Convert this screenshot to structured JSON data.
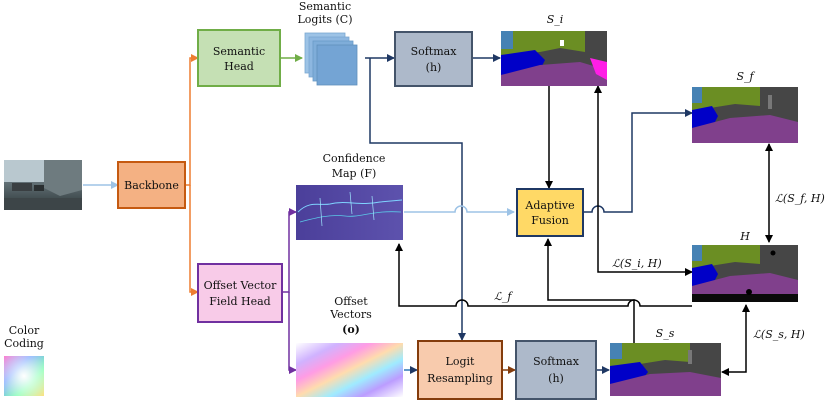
{
  "nodes": {
    "backbone": "Backbone",
    "semantic_head": [
      "Semantic",
      "Head"
    ],
    "softmax_top": [
      "Softmax",
      "(h)"
    ],
    "adaptive_fusion": [
      "Adaptive",
      "Fusion"
    ],
    "offset_head": [
      "Offset Vector",
      "Field Head"
    ],
    "logit_resampling": [
      "Logit",
      "Resampling"
    ],
    "softmax_bottom": [
      "Softmax",
      "(h)"
    ]
  },
  "labels": {
    "semantic_logits": [
      "Semantic",
      "Logits (C)"
    ],
    "confidence_map": [
      "Confidence",
      "Map (F)"
    ],
    "offset_vectors": [
      "Offset",
      "Vectors",
      "(o)"
    ],
    "color_coding": [
      "Color",
      "Coding"
    ],
    "s_i": "S_i",
    "s_f": "S_f",
    "s_s": "S_s",
    "h": "H",
    "loss_si_h": "ℒ(S_i, H)",
    "loss_sf_h": "ℒ(S_f, H)",
    "loss_ss_h": "ℒ(S_s, H)",
    "loss_f": "ℒ_f"
  },
  "colors": {
    "backbone_fill": "#f4b183",
    "backbone_stroke": "#c55a11",
    "semantic_fill": "#c5e0b4",
    "semantic_stroke": "#70ad47",
    "softmax_fill": "#adb9ca",
    "softmax_stroke": "#44546a",
    "fusion_fill": "#ffd966",
    "fusion_stroke": "#1f3864",
    "offset_fill": "#f8cbe8",
    "offset_stroke": "#7030a0",
    "resample_fill": "#f8cbad",
    "resample_stroke": "#843c0c",
    "arrow_orange": "#ed7d31",
    "arrow_green": "#70ad47",
    "arrow_navy": "#1f3864",
    "arrow_purple": "#7030a0",
    "arrow_light": "#9dc3e6",
    "arrow_black": "#000000"
  }
}
